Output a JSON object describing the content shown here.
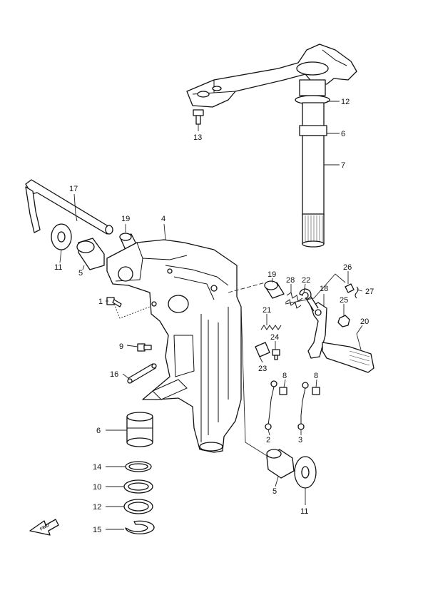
{
  "diagram": {
    "callouts": {
      "c1": "1",
      "c2": "2",
      "c3": "3",
      "c4": "4",
      "c5a": "5",
      "c5b": "5",
      "c6a": "6",
      "c6b": "6",
      "c7": "7",
      "c8a": "8",
      "c8b": "8",
      "c9": "9",
      "c10": "10",
      "c11a": "11",
      "c11b": "11",
      "c12a": "12",
      "c12b": "12",
      "c13": "13",
      "c14": "14",
      "c15": "15",
      "c16": "16",
      "c17": "17",
      "c18": "18",
      "c19a": "19",
      "c19b": "19",
      "c20": "20",
      "c21": "21",
      "c22": "22",
      "c23": "23",
      "c24": "24",
      "c25": "25",
      "c26": "26",
      "c27": "27",
      "c28": "28"
    },
    "fwd_label": "FWD",
    "fwd_icon": "arrow-icon"
  }
}
